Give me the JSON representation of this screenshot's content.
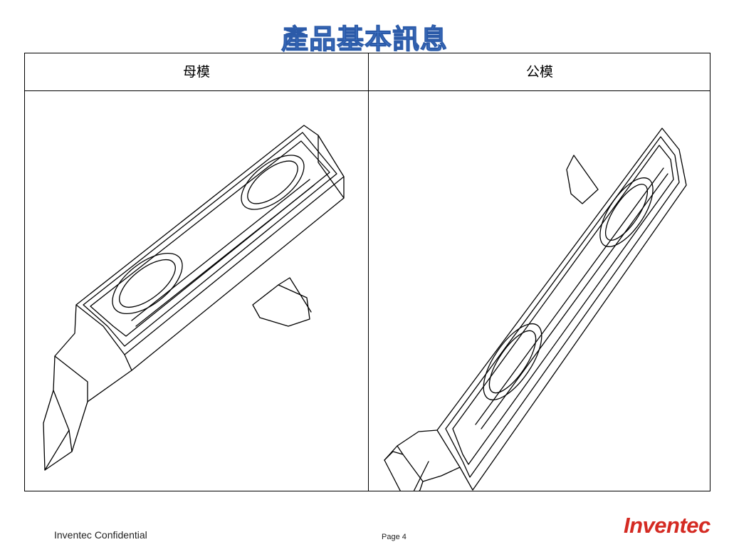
{
  "title": "產品基本訊息",
  "table": {
    "headers": [
      "母模",
      "公模"
    ],
    "images": [
      "cavity-mold-line-drawing",
      "core-mold-line-drawing"
    ]
  },
  "footer": {
    "confidential": "Inventec Confidential",
    "page": "Page 4",
    "logo": "Inventec"
  },
  "colors": {
    "title": "#4a7fd0",
    "logo": "#d42a22",
    "border": "#000000"
  }
}
